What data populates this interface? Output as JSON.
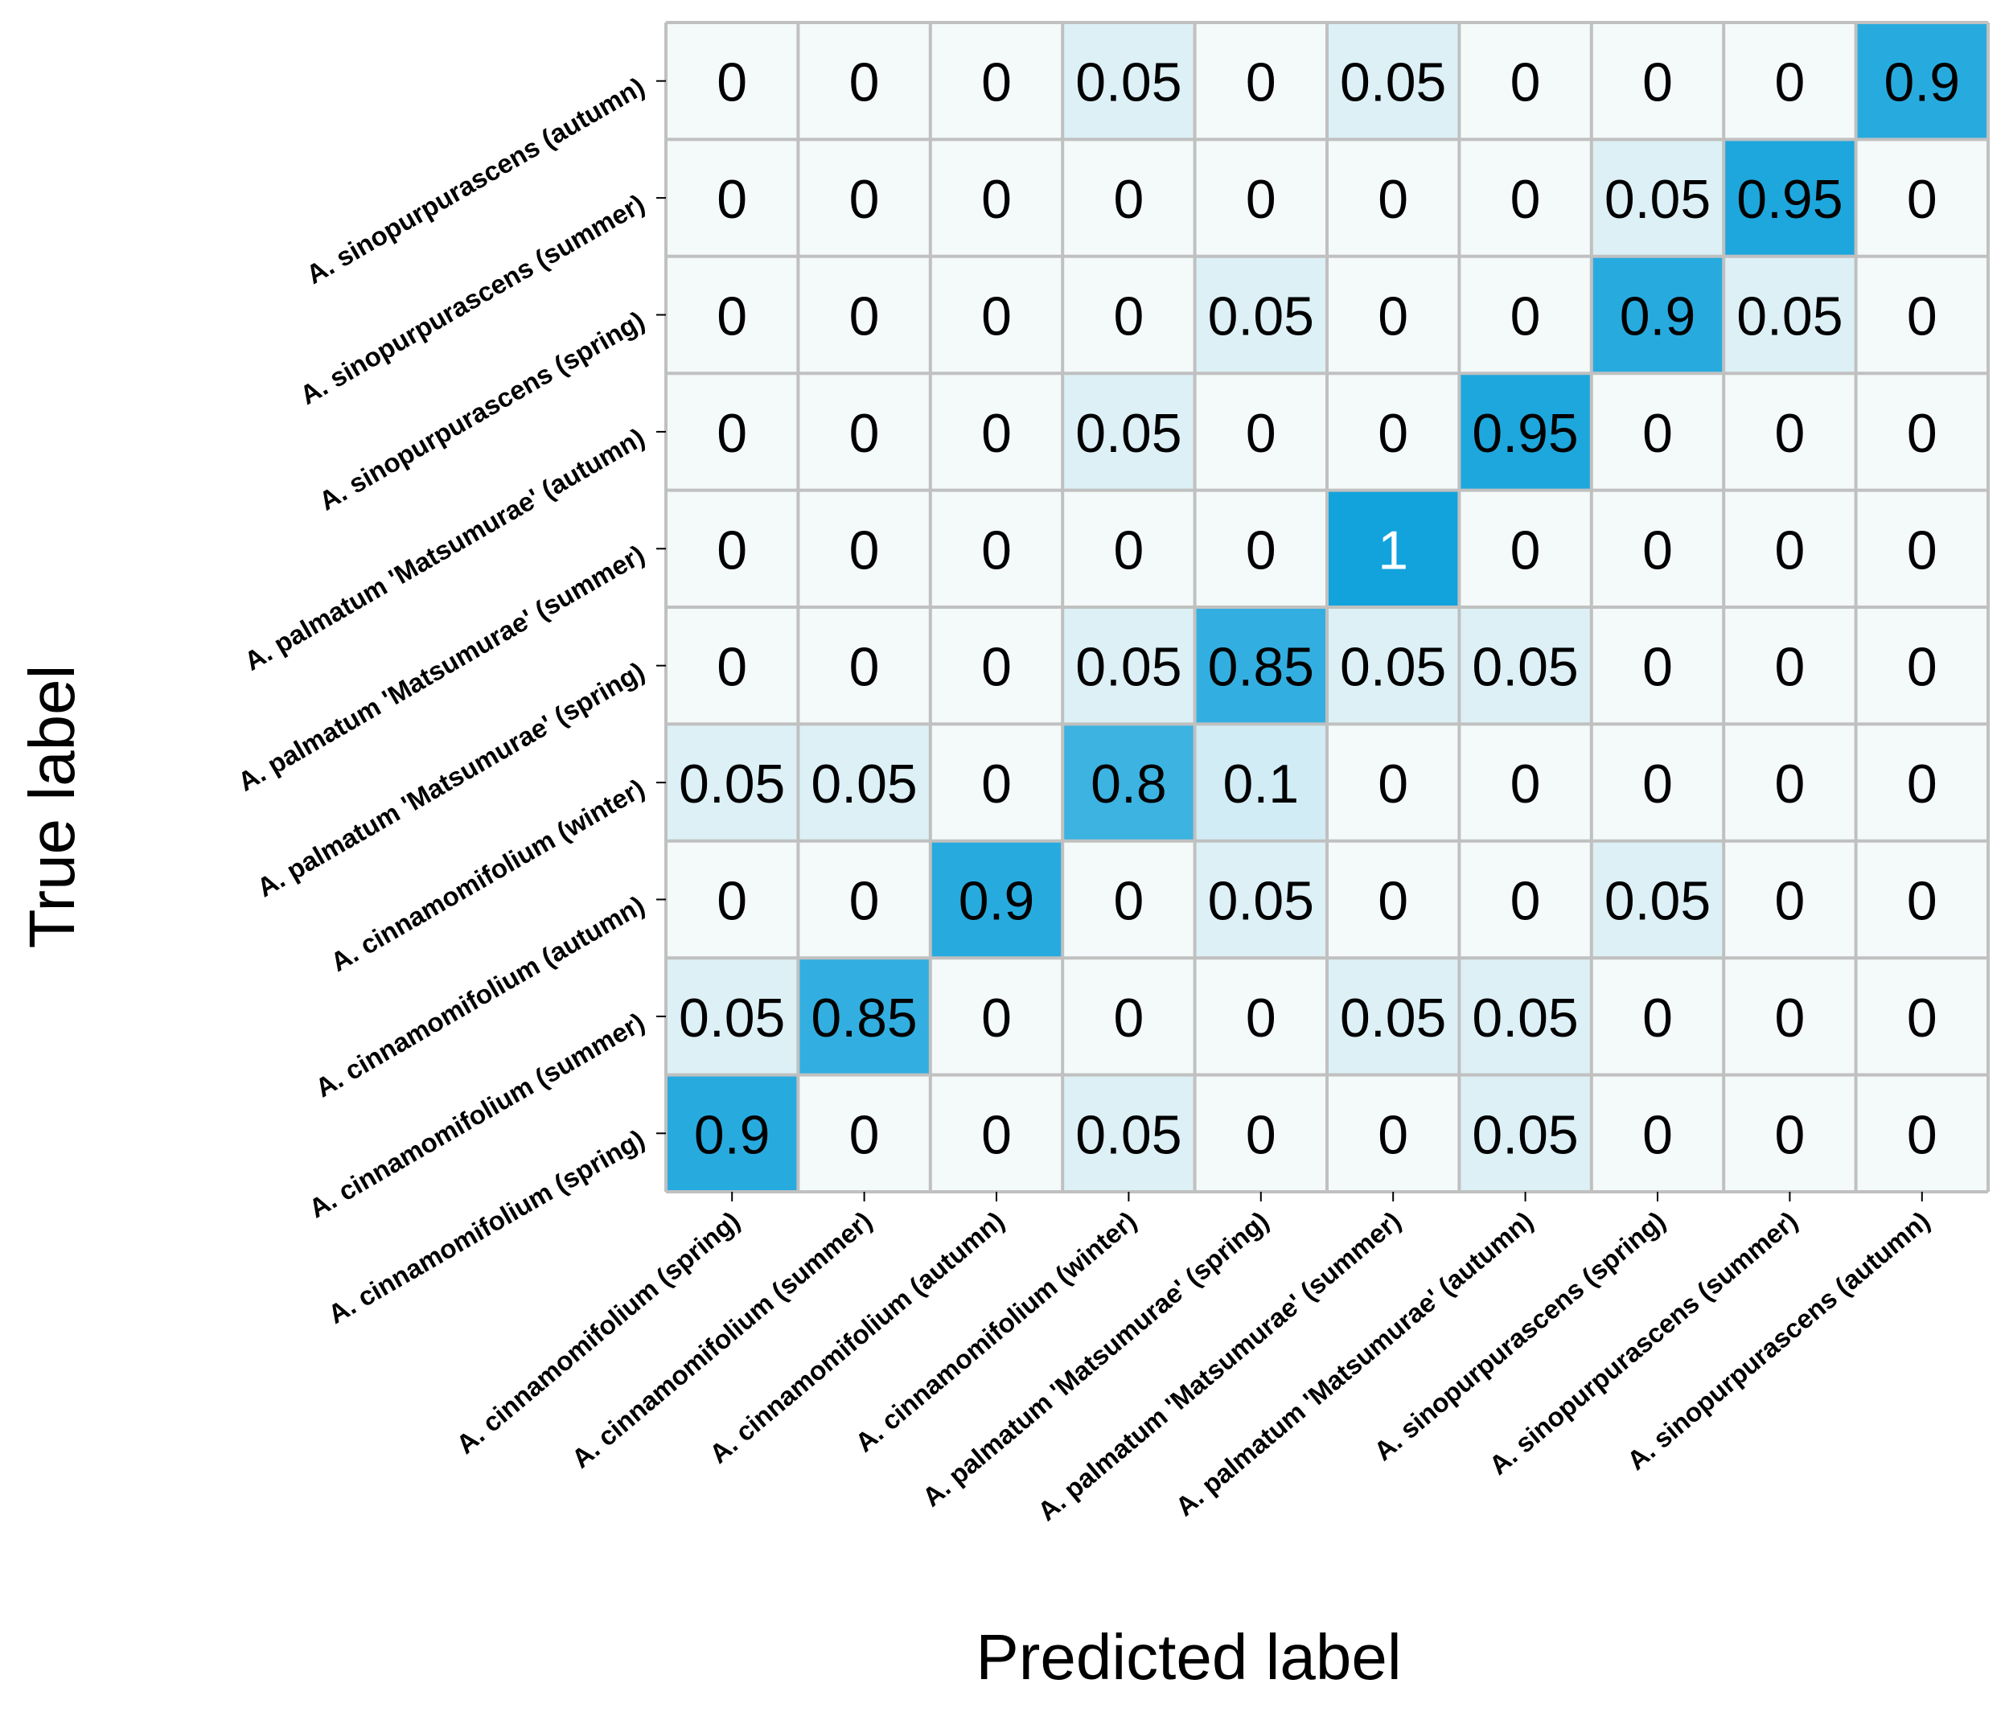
{
  "chart_data": {
    "type": "heatmap",
    "xlabel": "Predicted label",
    "ylabel": "True label",
    "x_categories": [
      "A. cinnamomifolium (spring)",
      "A. cinnamomifolium (summer)",
      "A. cinnamomifolium (autumn)",
      "A. cinnamomifolium (winter)",
      "A. palmatum 'Matsumurae' (spring)",
      "A. palmatum 'Matsumurae' (summer)",
      "A. palmatum 'Matsumurae' (autumn)",
      "A. sinopurpurascens (spring)",
      "A. sinopurpurascens (summer)",
      "A. sinopurpurascens (autumn)"
    ],
    "y_categories_top_to_bottom": [
      "A. sinopurpurascens (autumn)",
      "A. sinopurpurascens (summer)",
      "A. sinopurpurascens (spring)",
      "A. palmatum 'Matsumurae' (autumn)",
      "A. palmatum 'Matsumurae' (summer)",
      "A. palmatum 'Matsumurae' (spring)",
      "A. cinnamomifolium (winter)",
      "A. cinnamomifolium (autumn)",
      "A. cinnamomifolium (summer)",
      "A. cinnamomifolium (spring)"
    ],
    "values_text": [
      [
        "0",
        "0",
        "0",
        "0.05",
        "0",
        "0.05",
        "0",
        "0",
        "0",
        "0.9"
      ],
      [
        "0",
        "0",
        "0",
        "0",
        "0",
        "0",
        "0",
        "0.05",
        "0.95",
        "0"
      ],
      [
        "0",
        "0",
        "0",
        "0",
        "0.05",
        "0",
        "0",
        "0.9",
        "0.05",
        "0"
      ],
      [
        "0",
        "0",
        "0",
        "0.05",
        "0",
        "0",
        "0.95",
        "0",
        "0",
        "0"
      ],
      [
        "0",
        "0",
        "0",
        "0",
        "0",
        "1",
        "0",
        "0",
        "0",
        "0"
      ],
      [
        "0",
        "0",
        "0",
        "0.05",
        "0.85",
        "0.05",
        "0.05",
        "0",
        "0",
        "0"
      ],
      [
        "0.05",
        "0.05",
        "0",
        "0.8",
        "0.1",
        "0",
        "0",
        "0",
        "0",
        "0"
      ],
      [
        "0",
        "0",
        "0.9",
        "0",
        "0.05",
        "0",
        "0",
        "0.05",
        "0",
        "0"
      ],
      [
        "0.05",
        "0.85",
        "0",
        "0",
        "0",
        "0.05",
        "0.05",
        "0",
        "0",
        "0"
      ],
      [
        "0.9",
        "0",
        "0",
        "0.05",
        "0",
        "0",
        "0.05",
        "0",
        "0",
        "0"
      ]
    ],
    "vmin": 0,
    "vmax": 1,
    "colors": {
      "low": "#f4f9f9",
      "high": "#12a3dc",
      "grid": "#c0c0c0",
      "text_dark": "#000000",
      "text_light": "#ffffff"
    }
  }
}
